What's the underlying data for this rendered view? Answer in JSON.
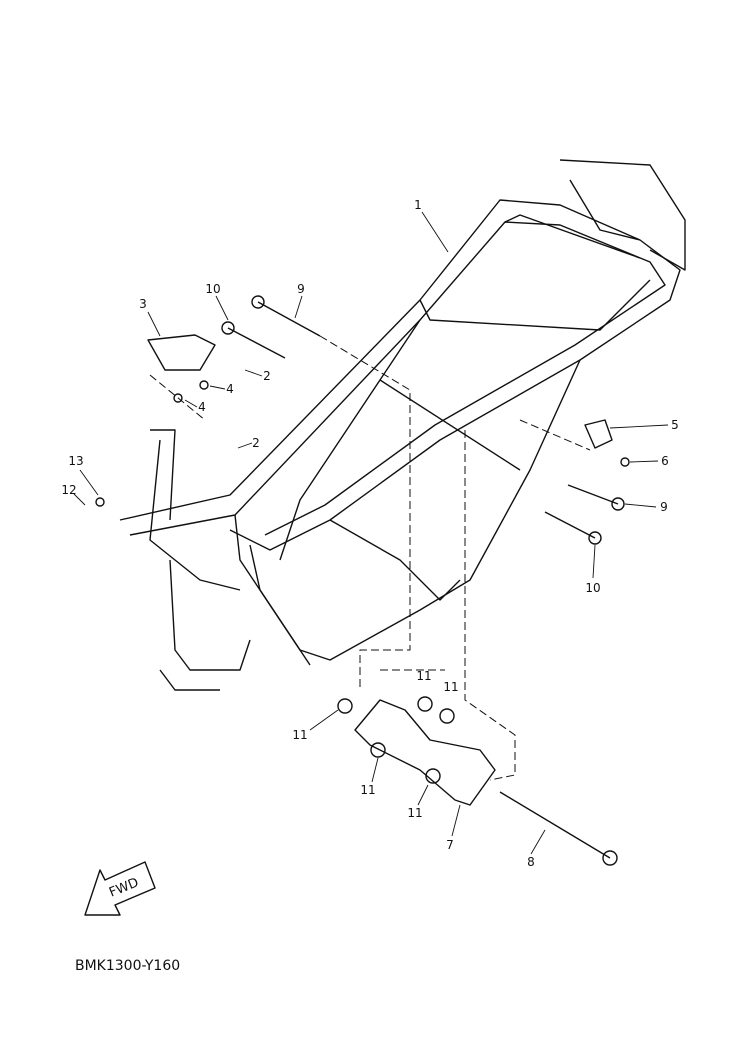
{
  "diagram_code": "BMK1300-Y160",
  "fwd_label": "FWD",
  "callouts": [
    {
      "id": "c1",
      "text": "1"
    },
    {
      "id": "c10a",
      "text": "10"
    },
    {
      "id": "c9a",
      "text": "9"
    },
    {
      "id": "c3",
      "text": "3"
    },
    {
      "id": "c2a",
      "text": "2"
    },
    {
      "id": "c4a",
      "text": "4"
    },
    {
      "id": "c4b",
      "text": "4"
    },
    {
      "id": "c2b",
      "text": "2"
    },
    {
      "id": "c13",
      "text": "13"
    },
    {
      "id": "c12",
      "text": "12"
    },
    {
      "id": "c5",
      "text": "5"
    },
    {
      "id": "c6",
      "text": "6"
    },
    {
      "id": "c9b",
      "text": "9"
    },
    {
      "id": "c10b",
      "text": "10"
    },
    {
      "id": "c11a",
      "text": "11"
    },
    {
      "id": "c11b",
      "text": "11"
    },
    {
      "id": "c11c",
      "text": "11"
    },
    {
      "id": "c11d",
      "text": "11"
    },
    {
      "id": "c11e",
      "text": "11"
    },
    {
      "id": "c7",
      "text": "7"
    },
    {
      "id": "c8",
      "text": "8"
    }
  ]
}
